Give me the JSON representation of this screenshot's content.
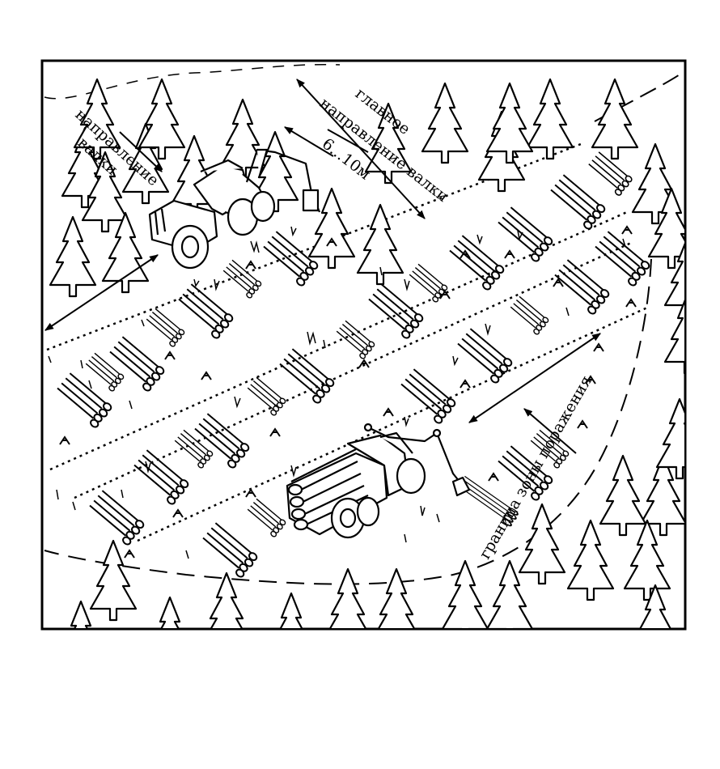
{
  "labels": {
    "felling_direction_line1": "направление",
    "felling_direction_line2": "валки",
    "main_direction_line1": "главное",
    "main_direction_line2": "направление валки",
    "distance": "6...10м",
    "hazard_zone_boundary": "граница зоны поражения"
  },
  "colors": {
    "ink": "#000000",
    "paper": "#ffffff"
  },
  "icons": [
    "tree-icon",
    "log-pile-icon",
    "stump-icon",
    "feller-buncher-icon",
    "forwarder-icon"
  ]
}
